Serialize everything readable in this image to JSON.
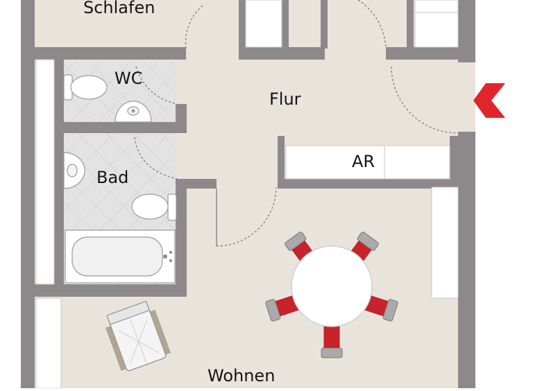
{
  "floorplan": {
    "rooms": {
      "schlafen": "Schlafen",
      "wc": "WC",
      "flur": "Flur",
      "bad": "Bad",
      "ar": "AR",
      "wohnen": "Wohnen"
    },
    "colors": {
      "wall": "#8d898b",
      "floor": "#e9e4db",
      "tile": "#dfe1e0",
      "white": "#ffffff",
      "accent": "#e0262b",
      "chair_red": "#c8232a"
    },
    "icons": [
      "entrance-arrow-icon",
      "toilet-icon",
      "sink-icon",
      "bathtub-icon",
      "dining-table-icon",
      "chair-icon",
      "armchair-icon"
    ]
  }
}
